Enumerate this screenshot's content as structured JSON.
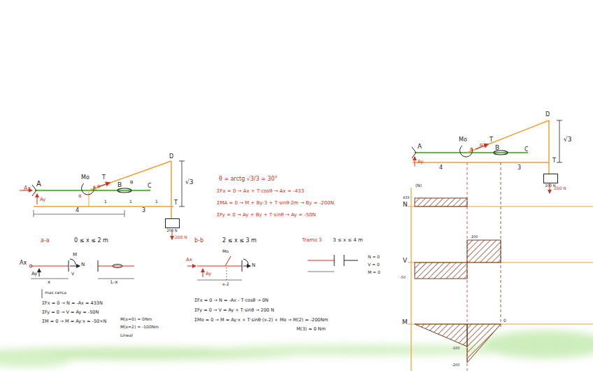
{
  "diagram": {
    "nodes": [
      {
        "text": [
          "200 N"
        ]
      },
      {
        "text": [
          "200 N"
        ]
      }
    ],
    "labels": [
      "Ax",
      "A",
      "Ay",
      "Mo",
      "α",
      "T",
      "θ",
      "B",
      "θ",
      "C",
      "D",
      "√3",
      "4",
      "3",
      "1",
      "1",
      "1",
      "T",
      "200 N",
      "θ = arctg √3/3 = 30°",
      "ΣFx = 0 → Ax + T·cosθ → Ax = -433",
      "ΣMA = 0 → M + By·3 + T·sinθ·2m → By = -200N",
      "ΣFy = 0 → Ay + By + T·sinθ → Ay = -50N",
      "a-a",
      "0 ≤ x ≤ 2 m",
      "Ax",
      "Ay",
      "x",
      "M",
      "N",
      "V",
      "L-x",
      "mas cerca",
      "ΣFx = 0 → N = -Ax = 433N",
      "ΣFy = 0 → V = Ay = -50N",
      "ΣM = 0 → M = Ay·x = -50×N",
      "M(x=0) = 0Nm",
      "M(x=2) = -100Nm",
      "Lineal",
      "b-b",
      "2 ≤ x ≤ 3 m",
      "Ax",
      "Ay",
      "Mo",
      "N",
      "x-2",
      "ΣFx = 0 → N = -Ax - T·cosθ → 0N",
      "ΣFy = 0 → V = Ay + T·sinθ → 200 N",
      "ΣMo = 0 → M = Ay·x + T·sinθ·(x-2) + Mo → M(2) = -200Nm",
      "M(3) = 0 Nm",
      "Tramo 3",
      "3 ≤ x ≤ 4 m",
      "N = 0",
      "V = 0",
      "M = 0",
      "A",
      "Ay",
      "Mo",
      "α",
      "T",
      "θ",
      "B",
      "C",
      "D",
      "√3",
      "4",
      "3",
      "T",
      "200 N",
      "(N)",
      "433",
      "N",
      "200",
      "V",
      "-50",
      "M",
      "0",
      "-100",
      "-200"
    ]
  }
}
